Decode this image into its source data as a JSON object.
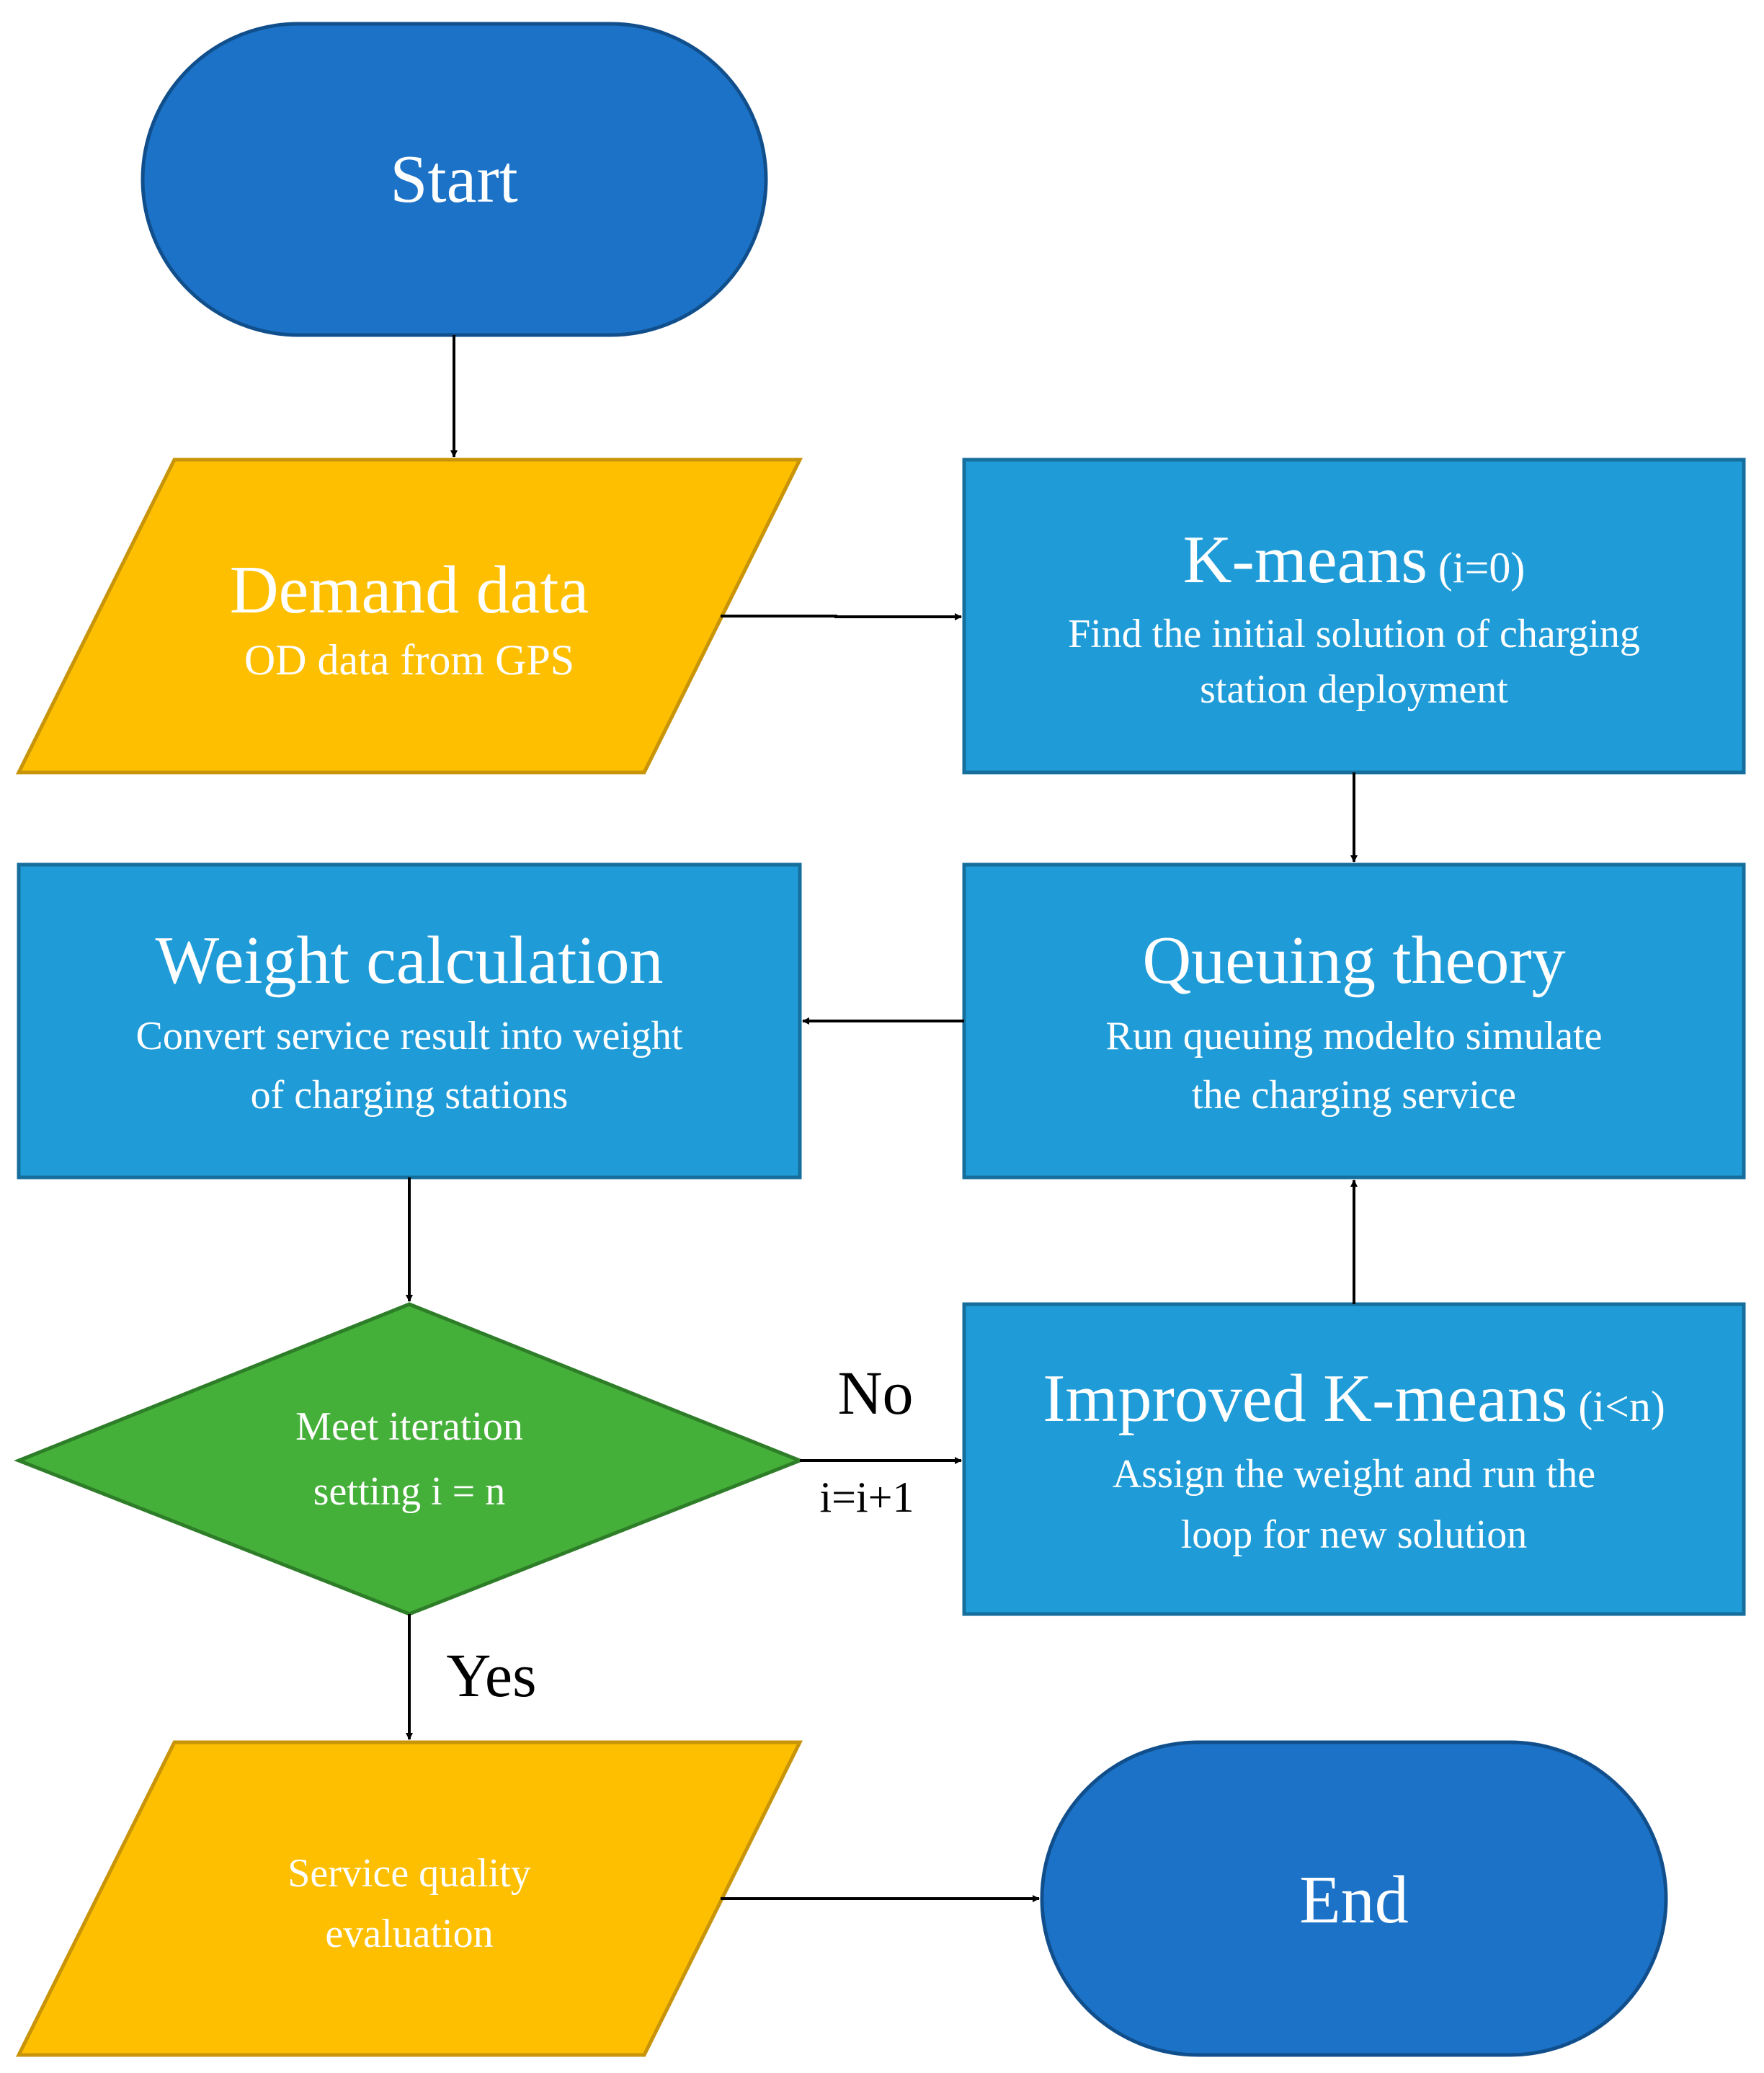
{
  "colors": {
    "terminal_fill": "#1b72c7",
    "terminal_stroke": "#114f8c",
    "io_fill": "#fdbf00",
    "io_stroke": "#c89409",
    "process_fill": "#1f9cd8",
    "process_stroke": "#156e9c",
    "decision_fill": "#45b039",
    "decision_stroke": "#2e7d28",
    "text_on_shape": "#ffffff",
    "arrow": "#000000"
  },
  "nodes": {
    "start": {
      "label": "Start"
    },
    "demand": {
      "title": "Demand data",
      "line1": "OD data from GPS"
    },
    "kmeans": {
      "title": "K-means",
      "suffix": " (i=0)",
      "line1": "Find the initial solution of charging",
      "line2": "station deployment"
    },
    "queuing": {
      "title": "Queuing theory",
      "line1": "Run queuing modelto simulate",
      "line2": "the charging service"
    },
    "weight": {
      "title": "Weight calculation",
      "line1": "Convert service result into weight",
      "line2": "of charging stations"
    },
    "decision": {
      "line1": "Meet iteration",
      "line2": "setting i = n"
    },
    "improved": {
      "title": "Improved K-means",
      "suffix": " (i<n)",
      "line1": "Assign the weight and run the",
      "line2": "loop for new solution"
    },
    "service": {
      "line1": "Service quality",
      "line2": "evaluation"
    },
    "end": {
      "label": "End"
    }
  },
  "edge_labels": {
    "no": "No",
    "increment": "i=i+1",
    "yes": "Yes"
  }
}
